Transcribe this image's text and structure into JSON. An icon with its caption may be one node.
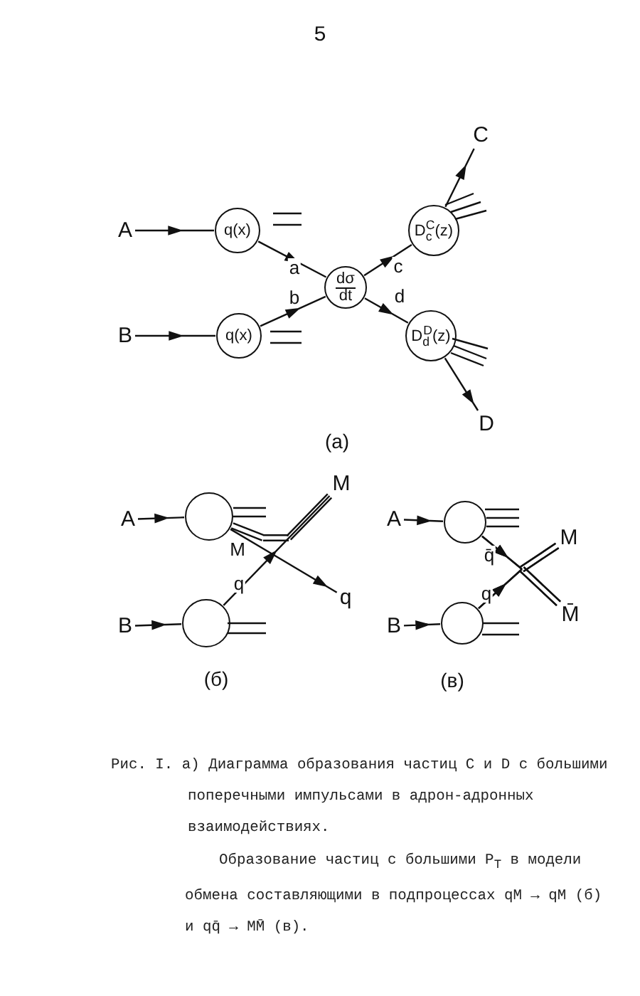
{
  "diagram": {
    "caption": "Рис. I. а) Диаграмма образования частиц C и D с большими поперечными импульсами в адрон-адронных взаимодействиях.",
    "nodes": [
      {
        "text": [
          "A"
        ]
      },
      {
        "text": [
          "q(x)"
        ]
      },
      {
        "text": [
          "B"
        ]
      },
      {
        "text": [
          "q(x)"
        ]
      },
      {
        "text": [
          "dσ",
          "dt"
        ]
      },
      {
        "text": [
          "D$_{c}$$^{C}$(z)"
        ]
      },
      {
        "text": [
          "D$_{d}$$^{D}$(z)"
        ]
      },
      {
        "text": [
          "C"
        ]
      },
      {
        "text": [
          "D"
        ]
      },
      {
        "text": [
          "A"
        ]
      },
      {
        "text": [],
        "shape": "circle"
      },
      {
        "text": [
          "B"
        ]
      },
      {
        "text": [],
        "shape": "circle"
      },
      {
        "text": [
          "M"
        ]
      },
      {
        "text": [
          "q"
        ]
      },
      {
        "text": [
          "A"
        ]
      },
      {
        "text": [],
        "shape": "circle"
      },
      {
        "text": [
          "B"
        ]
      },
      {
        "text": [],
        "shape": "circle"
      },
      {
        "text": [
          "M"
        ]
      },
      {
        "text": [
          "M̄"
        ]
      }
    ],
    "edges": [
      {
        "from": 0,
        "to": 1,
        "arrow": "to"
      },
      {
        "from": 2,
        "to": 3,
        "arrow": "to"
      },
      {
        "from": 1,
        "to": 4,
        "arrow": "to",
        "label": "a"
      },
      {
        "from": 3,
        "to": 4,
        "arrow": "to",
        "label": "b"
      },
      {
        "from": 4,
        "to": 5,
        "arrow": "to",
        "label": "c"
      },
      {
        "from": 4,
        "to": 6,
        "arrow": "to",
        "label": "d"
      },
      {
        "from": 5,
        "to": 7,
        "arrow": "to"
      },
      {
        "from": 6,
        "to": 8,
        "arrow": "to"
      },
      {
        "from": 9,
        "to": 10,
        "arrow": "to"
      },
      {
        "from": 11,
        "to": 12,
        "arrow": "to"
      },
      {
        "from": 10,
        "to": 13,
        "arrow": "none",
        "label": "M"
      },
      {
        "from": 10,
        "to": 14,
        "arrow": "to"
      },
      {
        "from": 12,
        "to": 13,
        "arrow": "to",
        "label": "q"
      },
      {
        "from": 15,
        "to": 16,
        "arrow": "to"
      },
      {
        "from": 17,
        "to": 18,
        "arrow": "to"
      },
      {
        "from": 16,
        "to": 19,
        "arrow": "to",
        "label": "q̄"
      },
      {
        "from": 16,
        "to": 20,
        "arrow": "to"
      },
      {
        "from": 18,
        "to": 19,
        "arrow": "to"
      },
      {
        "from": 18,
        "to": 20,
        "arrow": "to",
        "label": "q"
      }
    ],
    "labels": [
      "5",
      "(а)",
      "(б)",
      "(в)",
      "Образование частиц с большими P$_{T}$ в модели обмена составляющими в подпроцессах qM → qM (б) и qq̄ → MM̄ (в)."
    ]
  }
}
